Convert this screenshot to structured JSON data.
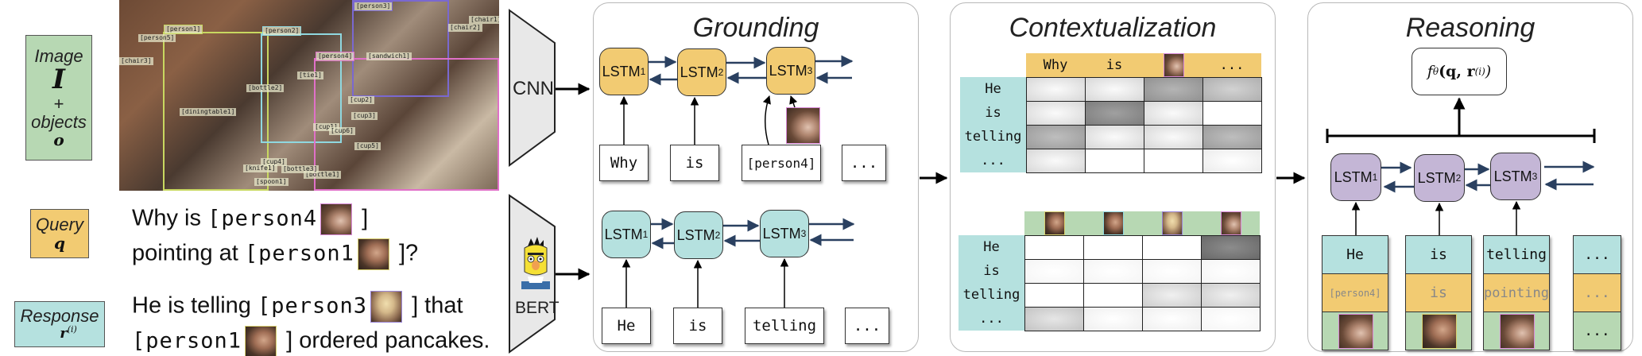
{
  "legend": {
    "image": {
      "label": "Image",
      "symbol": "I",
      "plus": "+",
      "objects_label": "objects",
      "objects_symbol": "o",
      "color": "#b7d8b3"
    },
    "query": {
      "label": "Query",
      "symbol": "q",
      "color": "#f2cb72"
    },
    "response": {
      "label": "Response",
      "symbol": "r",
      "superscript": "(i)",
      "color": "#b5e1df"
    }
  },
  "scene": {
    "detections": [
      {
        "label": "[person1]",
        "color": "#c8d860"
      },
      {
        "label": "[person2]",
        "color": "#8fd8e0"
      },
      {
        "label": "[person3]",
        "color": "#7a68d0"
      },
      {
        "label": "[person4]",
        "color": "#e070c8"
      },
      {
        "label": "[person5]",
        "color": "#b0a8a0"
      },
      {
        "label": "[chair1]",
        "color": "#d0b090"
      },
      {
        "label": "[chair2]",
        "color": "#c0a0b0"
      },
      {
        "label": "[chair3]",
        "color": "#c09080"
      },
      {
        "label": "[bottle1]",
        "color": "#90b8d8"
      },
      {
        "label": "[bottle2]",
        "color": "#d8c060"
      },
      {
        "label": "[bottle3]",
        "color": "#a0b0e0"
      },
      {
        "label": "[tie1]",
        "color": "#e07060"
      },
      {
        "label": "[sandwich1]",
        "color": "#a070c0"
      },
      {
        "label": "[diningtable1]",
        "color": "#c8c0a0"
      },
      {
        "label": "[cup1]",
        "color": "#a0d080"
      },
      {
        "label": "[cup2]",
        "color": "#b0a0c8"
      },
      {
        "label": "[cup3]",
        "color": "#a8d8a0"
      },
      {
        "label": "[cup4]",
        "color": "#c0b0d0"
      },
      {
        "label": "[cup5]",
        "color": "#b8d8b0"
      },
      {
        "label": "[cup6]",
        "color": "#d0a8d8"
      },
      {
        "label": "[knife1]",
        "color": "#d0c8c0"
      },
      {
        "label": "[spoon1]",
        "color": "#a0c8e0"
      }
    ]
  },
  "query_text": {
    "line1_prefix": "Why is ",
    "line1_tag": "[person4",
    "line1_suffix": " ]",
    "line2_prefix": "pointing at ",
    "line2_tag": "[person1",
    "line2_suffix": " ]?"
  },
  "response_text": {
    "line1_prefix": "He is telling ",
    "line1_tag": "[person3",
    "line1_suffix": " ] that",
    "line2_tag": "[person1",
    "line2_suffix": " ] ordered pancakes."
  },
  "encoders": {
    "image": "CNN",
    "text": "BERT"
  },
  "grounding": {
    "title": "Grounding",
    "query_lstms": [
      "LSTM",
      "LSTM",
      "LSTM"
    ],
    "query_lstm_subs": [
      "1",
      "2",
      "3"
    ],
    "query_tokens": [
      "Why",
      "is",
      "[person4]",
      "..."
    ],
    "response_lstms": [
      "LSTM",
      "LSTM",
      "LSTM"
    ],
    "response_lstm_subs": [
      "1",
      "2",
      "3"
    ],
    "response_tokens": [
      "He",
      "is",
      "telling",
      "..."
    ]
  },
  "contextualization": {
    "title": "Contextualization",
    "query_attention": {
      "columns": [
        "Why",
        "is",
        "[person4-thumb]",
        "..."
      ],
      "rows": [
        "He",
        "is",
        "telling",
        "..."
      ],
      "weights": [
        [
          0.2,
          0.2,
          0.55,
          0.4
        ],
        [
          0.2,
          0.65,
          0.2,
          0.0
        ],
        [
          0.5,
          0.2,
          0.2,
          0.5
        ],
        [
          0.2,
          0.0,
          0.0,
          0.1
        ]
      ]
    },
    "object_attention": {
      "columns": [
        "[person1-thumb]",
        "[person2-thumb]",
        "[person3-thumb]",
        "[person4-thumb]"
      ],
      "rows": [
        "He",
        "is",
        "telling",
        "..."
      ],
      "weights": [
        [
          0.0,
          0.0,
          0.0,
          0.75
        ],
        [
          0.05,
          0.05,
          0.05,
          0.05
        ],
        [
          0.0,
          0.0,
          0.25,
          0.25
        ],
        [
          0.3,
          0.08,
          0.08,
          0.05
        ]
      ]
    }
  },
  "reasoning": {
    "title": "Reasoning",
    "output_function": {
      "f": "f",
      "sub": "θ",
      "args": "(q, r",
      "sup": "(i)",
      "close": ")"
    },
    "lstms": [
      "LSTM",
      "LSTM",
      "LSTM"
    ],
    "lstm_subs": [
      "1",
      "2",
      "3"
    ],
    "columns": [
      {
        "response": "He",
        "query": "[person4]",
        "object": "[person4-thumb]"
      },
      {
        "response": "is",
        "query": "is",
        "object": "[person1-thumb]"
      },
      {
        "response": "telling",
        "query": "pointing",
        "object": "[person4-thumb]"
      },
      {
        "response": "...",
        "query": "...",
        "object": "..."
      }
    ]
  },
  "colors": {
    "image_green": "#b7d8b3",
    "query_yellow": "#f2cb72",
    "response_teal": "#b5e1df",
    "reasoning_purple": "#c4b6d6",
    "arrow_navy": "#2a4060"
  }
}
